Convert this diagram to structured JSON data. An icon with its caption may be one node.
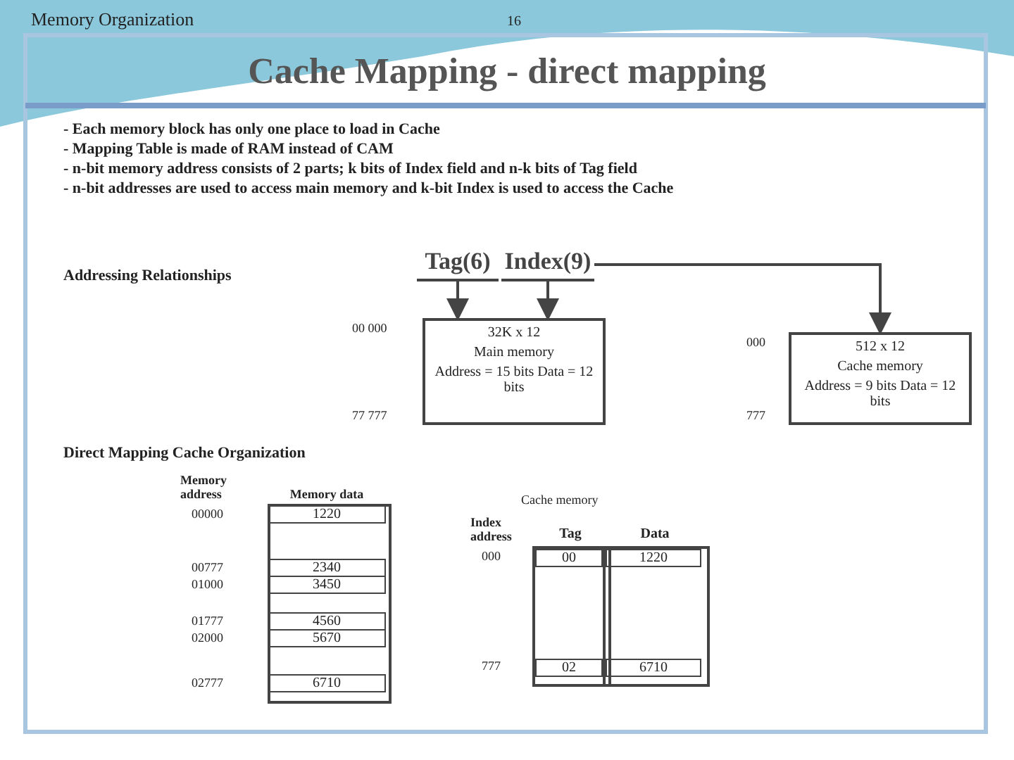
{
  "diagram": {
    "title": "Cache Mapping - direct mapping",
    "nodes": [
      {
        "text": [
          "Tag(6)"
        ]
      },
      {
        "text": [
          "Index(9)"
        ]
      },
      {
        "text": [
          "32K x 12",
          "Main memory",
          "Address = 15 bits Data = 12 bits"
        ],
        "beside": [
          "00 000",
          "77 777"
        ]
      },
      {
        "text": [
          "512 x 12",
          "Cache memory",
          "Address = 9 bits Data = 12 bits"
        ],
        "beside": [
          "000",
          "777"
        ]
      }
    ],
    "edges": [
      {
        "from": 0,
        "to": 2,
        "arrow": "to"
      },
      {
        "from": 1,
        "to": 2,
        "arrow": "to"
      },
      {
        "from": 1,
        "to": 3,
        "arrow": "to"
      }
    ],
    "labels": [
      "Memory Organization",
      "16",
      "- Each memory block has only one place to load in Cache",
      "- Mapping Table is made of RAM instead of CAM",
      "- n-bit memory address consists of 2 parts; k bits of Index field and n-k bits of Tag field",
      "- n-bit addresses are used to access main memory and k-bit Index is used to access the Cache",
      "Addressing Relationships",
      "Direct Mapping Cache Organization",
      "Memory address",
      "Memory data",
      "00000",
      "1220",
      "00777",
      "2340",
      "01000",
      "3450",
      "01777",
      "4560",
      "02000",
      "5670",
      "02777",
      "6710",
      "Cache memory",
      "Index address",
      "Tag",
      "Data",
      "000",
      "00",
      "1220",
      "777",
      "02",
      "6710"
    ]
  }
}
